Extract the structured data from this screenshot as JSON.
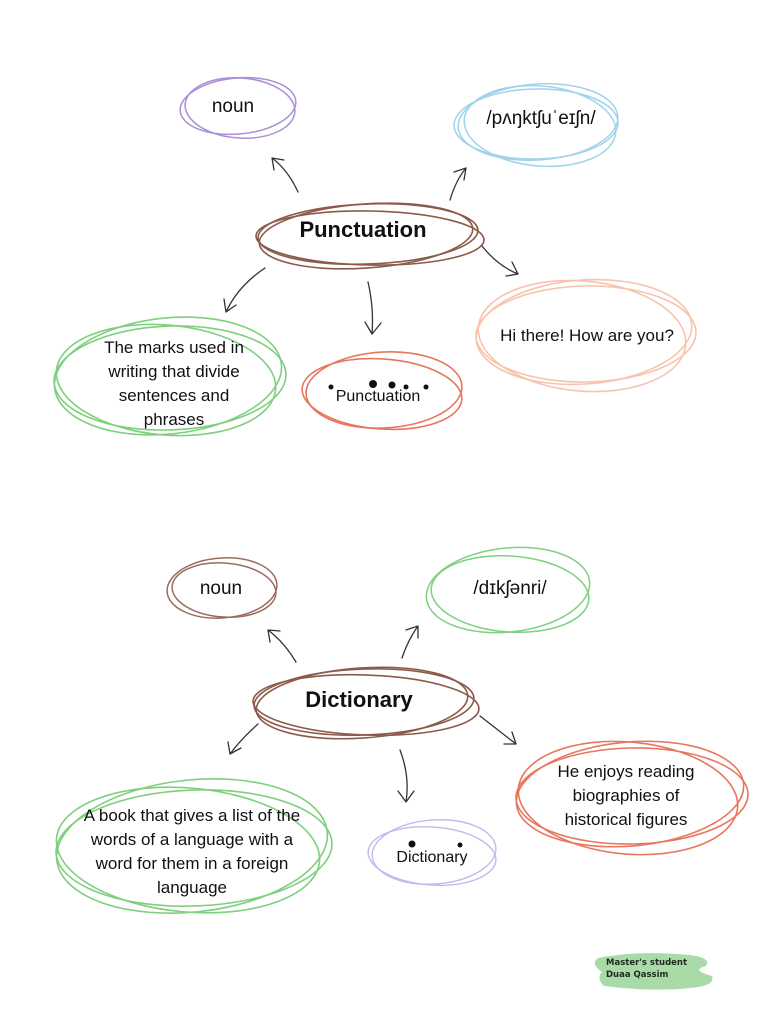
{
  "maps": [
    {
      "center": "Punctuation",
      "part_of_speech": "noun",
      "pronunciation": "/pʌŋktʃuˈeɪʃn/",
      "definition": "The marks used in writing that divide sentences and phrases",
      "example": "Hi there! How are you?",
      "dotted_word": "Punctuation",
      "colors": {
        "center": "#8b5a4a",
        "part_of_speech": "#a98fd6",
        "pronunciation": "#9fd3ec",
        "definition": "#7ecf7e",
        "example": "#f8c3ad",
        "dotted_word": "#e8765e"
      }
    },
    {
      "center": "Dictionary",
      "part_of_speech": "noun",
      "pronunciation": "/dɪkʃənri/",
      "definition": "A book that gives a list of the words of a language with a word for them in a foreign language",
      "example": "He enjoys reading biographies of historical figures",
      "dotted_word": "Dictionary",
      "colors": {
        "center": "#8b5a4a",
        "part_of_speech": "#9c6a5c",
        "pronunciation": "#7ecf7e",
        "definition": "#7ecf7e",
        "example": "#e8765e",
        "dotted_word": "#c6b6f0"
      }
    }
  ],
  "credit": {
    "line1": "Master's student",
    "line2": "Duaa Qassim",
    "color": "#a8dba8"
  }
}
